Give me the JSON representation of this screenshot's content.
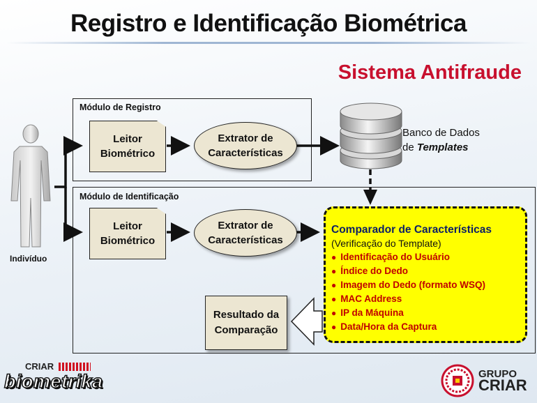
{
  "header": {
    "title": "Registro e Identificação Biométrica",
    "subtitle": "Sistema Antifraude"
  },
  "person": {
    "label": "Indivíduo"
  },
  "registration_module": {
    "label": "Módulo de Registro",
    "reader_line1": "Leitor",
    "reader_line2": "Biométrico",
    "extractor_line1": "Extrator de",
    "extractor_line2": "Características"
  },
  "database": {
    "line1": "Banco de Dados",
    "line2_prefix": "de ",
    "line2_emphasis": "Templates"
  },
  "identification_module": {
    "label": "Módulo de Identificação",
    "reader_line1": "Leitor",
    "reader_line2": "Biométrico",
    "extractor_line1": "Extrator de",
    "extractor_line2": "Características"
  },
  "comparator": {
    "title": "Comparador de Características",
    "subtitle": "(Verificação do Template)",
    "items": [
      "Identificação do Usuário",
      "Índice do Dedo",
      "Imagem do Dedo (formato WSQ)",
      "MAC Address",
      "IP da Máquina",
      "Data/Hora da Captura"
    ]
  },
  "result": {
    "line1": "Resultado da",
    "line2": "Comparação"
  },
  "logos": {
    "biometrika_top": "CRIAR",
    "biometrika_main": "biometrika",
    "grupo_line1": "GRUPO",
    "grupo_line2": "CRIAR"
  },
  "colors": {
    "accent_red": "#c8102e",
    "comparator_fill": "#ffff00",
    "box_fill": "#ece6d2"
  }
}
